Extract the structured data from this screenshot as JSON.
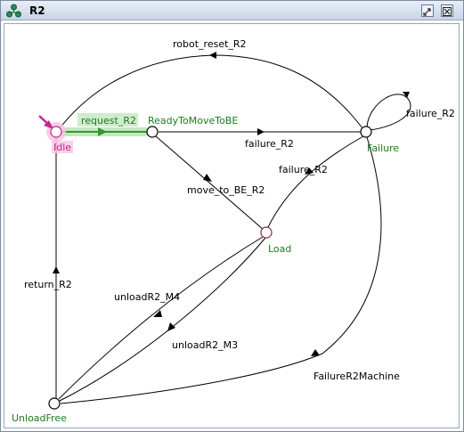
{
  "window": {
    "title": "R2",
    "app_icon": "fsm-icon",
    "buttons": [
      "restore-icon",
      "close-icon"
    ]
  },
  "colors": {
    "state_label": "#1f7a1f",
    "initial_highlight": "#c2298f",
    "initial_fill": "#f6c6e6",
    "active_transition": "#2e9a2e",
    "active_transition_glow": "#bfe6b8"
  },
  "states": {
    "idle": {
      "name": "Idle",
      "initial": true
    },
    "ready": {
      "name": "ReadyToMoveToBE"
    },
    "failure": {
      "name": "Failure"
    },
    "load": {
      "name": "Load"
    },
    "unloadfree": {
      "name": "UnloadFree"
    }
  },
  "transitions": {
    "robot_reset": {
      "label": "robot_reset_R2"
    },
    "request": {
      "label": "request_R2",
      "active": true
    },
    "failure_ready": {
      "label": "failure_R2"
    },
    "failure_self": {
      "label": "failure_R2"
    },
    "failure_load": {
      "label": "failure_R2"
    },
    "move_to_be": {
      "label": "move_to_BE_R2"
    },
    "return": {
      "label": "return_R2"
    },
    "unload_m4": {
      "label": "unloadR2_M4"
    },
    "unload_m3": {
      "label": "unloadR2_M3"
    },
    "failure_machine": {
      "label": "FailureR2Machine"
    }
  }
}
